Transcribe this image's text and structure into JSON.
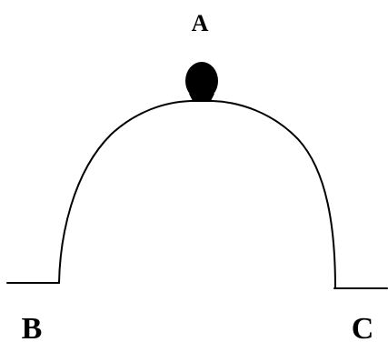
{
  "labels": {
    "top": "A",
    "left": "B",
    "right": "C"
  },
  "colors": {
    "stroke": "#000000",
    "background": "#ffffff"
  }
}
